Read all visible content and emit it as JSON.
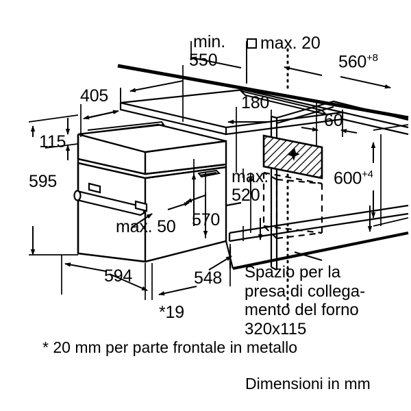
{
  "drawing": {
    "title": "Oven built-in installation dimensions",
    "units_note": "Dimensioni in mm",
    "line_color": "#000000",
    "hatch_color": "#000000",
    "background": "#ffffff"
  },
  "dimensions": {
    "min_550": {
      "prefix": "min.",
      "value": "550"
    },
    "max_20": {
      "prefix": "max.",
      "value": "20",
      "symbol": "square"
    },
    "w_560": {
      "value": "560",
      "tolerance": "+8"
    },
    "d_405": {
      "value": "405"
    },
    "d_180": {
      "value": "180"
    },
    "d_60": {
      "value": "60"
    },
    "h_115": {
      "value": "115"
    },
    "h_595": {
      "value": "595"
    },
    "h_570": {
      "value": "570"
    },
    "h_600": {
      "value": "600",
      "tolerance": "+4"
    },
    "max_520": {
      "prefix": "max.",
      "value": "520"
    },
    "max_50": {
      "prefix": "max.",
      "value": "50"
    },
    "w_594": {
      "value": "594"
    },
    "d_548": {
      "value": "548"
    },
    "t_19": {
      "value": "*19"
    }
  },
  "annotations": {
    "socket_note": {
      "line1": "Spazio per la",
      "line2": "presa di collega-",
      "line3": "mento del forno",
      "line4": "320x115"
    },
    "footnote": "* 20 mm per parte frontale in metallo",
    "units": "Dimensioni in mm"
  },
  "labels": {
    "min_550_l1": "min.",
    "min_550_l2": "550",
    "max_20": "max. 20",
    "v_560": "560",
    "v_560_sup": "+8",
    "v_405": "405",
    "v_180": "180",
    "v_60": "60",
    "v_115": "115",
    "v_595": "595",
    "v_570": "570",
    "v_600": "600",
    "v_600_sup": "+4",
    "max_520_l1": "max.",
    "max_520_l2": "520",
    "max_50": "max. 50",
    "v_594": "594",
    "v_548": "548",
    "v_19": "*19"
  }
}
